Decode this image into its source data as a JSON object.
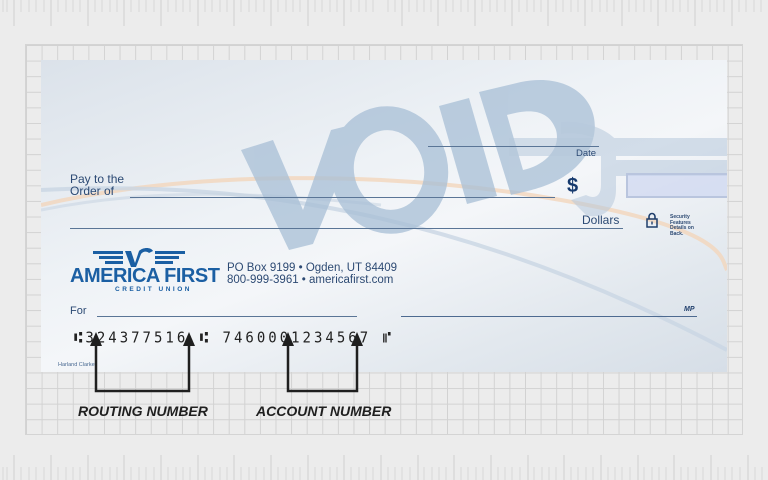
{
  "check": {
    "void_watermark": "VOID",
    "date_label": "Date",
    "pay_to_label_line1": "Pay to the",
    "pay_to_label_line2": "Order of",
    "dollar_sign": "$",
    "dollars_label": "Dollars",
    "security_note": "Security Features Details on Back.",
    "for_label": "For",
    "mp_mark": "MP",
    "printer": "Harland Clarke",
    "bank": {
      "name": "AMERICA FIRST",
      "subtitle": "CREDIT UNION",
      "address_line1": "PO Box 9199 • Ogden, UT 84409",
      "address_line2": "800-999-3961 • americafirst.com"
    },
    "micr": {
      "routing_open": "⑆",
      "routing_number": "324377516",
      "routing_close": "⑆",
      "account_number": "7460001234567",
      "on_us_symbol": "⑈"
    }
  },
  "annotations": {
    "routing_label": "ROUTING NUMBER",
    "account_label": "ACCOUNT NUMBER"
  },
  "colors": {
    "brand_blue": "#1b5fa3",
    "text_navy": "#2c4a74",
    "watermark": "#a8bfd6",
    "grid_bg": "#ececec"
  }
}
